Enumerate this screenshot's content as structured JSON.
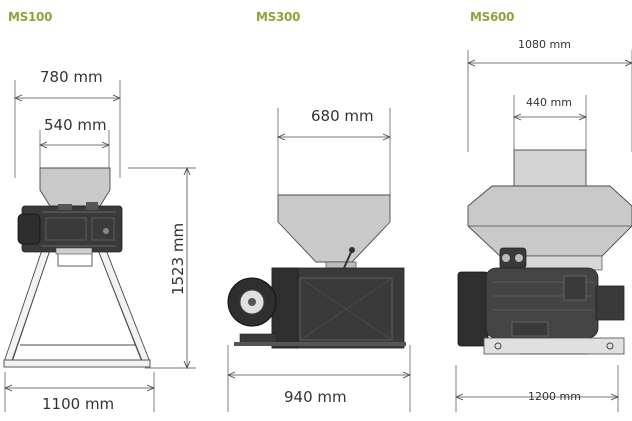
{
  "colors": {
    "title": "#8fa33a",
    "line": "#4a4a4a",
    "hopper": "#c9c9c9",
    "machine": "#3a3a3a",
    "frame": "#e6e6e6"
  },
  "models": [
    {
      "name": "MS100",
      "dims": {
        "top_width": "780 mm",
        "hopper_width": "540 mm",
        "height": "1523 mm",
        "base_width": "1100 mm"
      }
    },
    {
      "name": "MS300",
      "dims": {
        "hopper_width": "680 mm",
        "base_width": "940 mm"
      }
    },
    {
      "name": "MS600",
      "dims": {
        "top_width": "1080 mm",
        "inlet_width": "440 mm",
        "base_width": "1200 mm"
      }
    }
  ]
}
